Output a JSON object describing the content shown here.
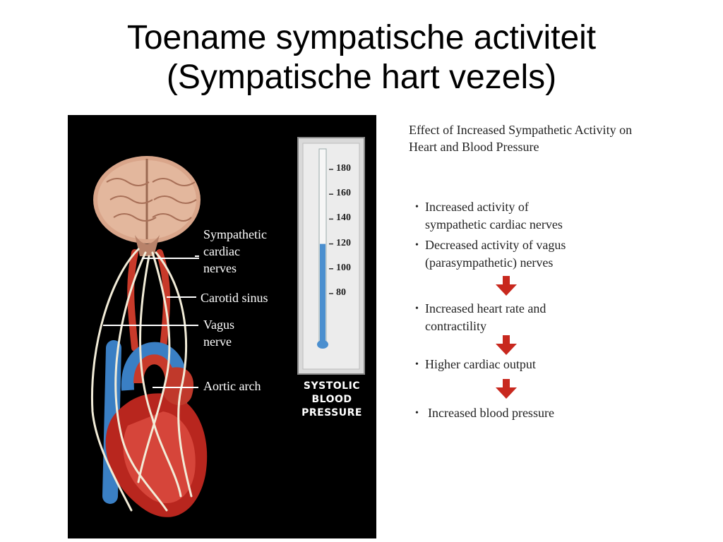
{
  "title": {
    "line1": "Toename sympatische activiteit",
    "line2": "(Sympatische hart vezels)"
  },
  "illustration": {
    "labels": {
      "sympathetic": [
        "Sympathetic",
        "cardiac",
        "nerves"
      ],
      "carotid": "Carotid sinus",
      "vagus": [
        "Vagus",
        "nerve"
      ],
      "aortic": "Aortic arch"
    },
    "gauge": {
      "ticks": [
        "180",
        "160",
        "140",
        "120",
        "100",
        "80"
      ],
      "caption": [
        "SYSTOLIC",
        "BLOOD",
        "PRESSURE"
      ],
      "fill_level_mmHg": 120
    }
  },
  "flow": {
    "heading": [
      "Effect of Increased Sympathetic Activity on",
      "Heart and Blood Pressure"
    ],
    "items": [
      [
        "Increased activity of",
        "sympathetic cardiac nerves"
      ],
      [
        "Decreased  activity of vagus",
        "(parasympathetic) nerves"
      ],
      [
        "Increased heart rate and",
        "contractility"
      ],
      [
        "Higher cardiac output"
      ],
      [
        "Increased blood pressure"
      ]
    ],
    "bullet": "•"
  },
  "colors": {
    "arrow": "#c8281e",
    "nerve": "#f2ecd8",
    "vein": "#3a7fc4",
    "artery": "#c83a2a"
  }
}
